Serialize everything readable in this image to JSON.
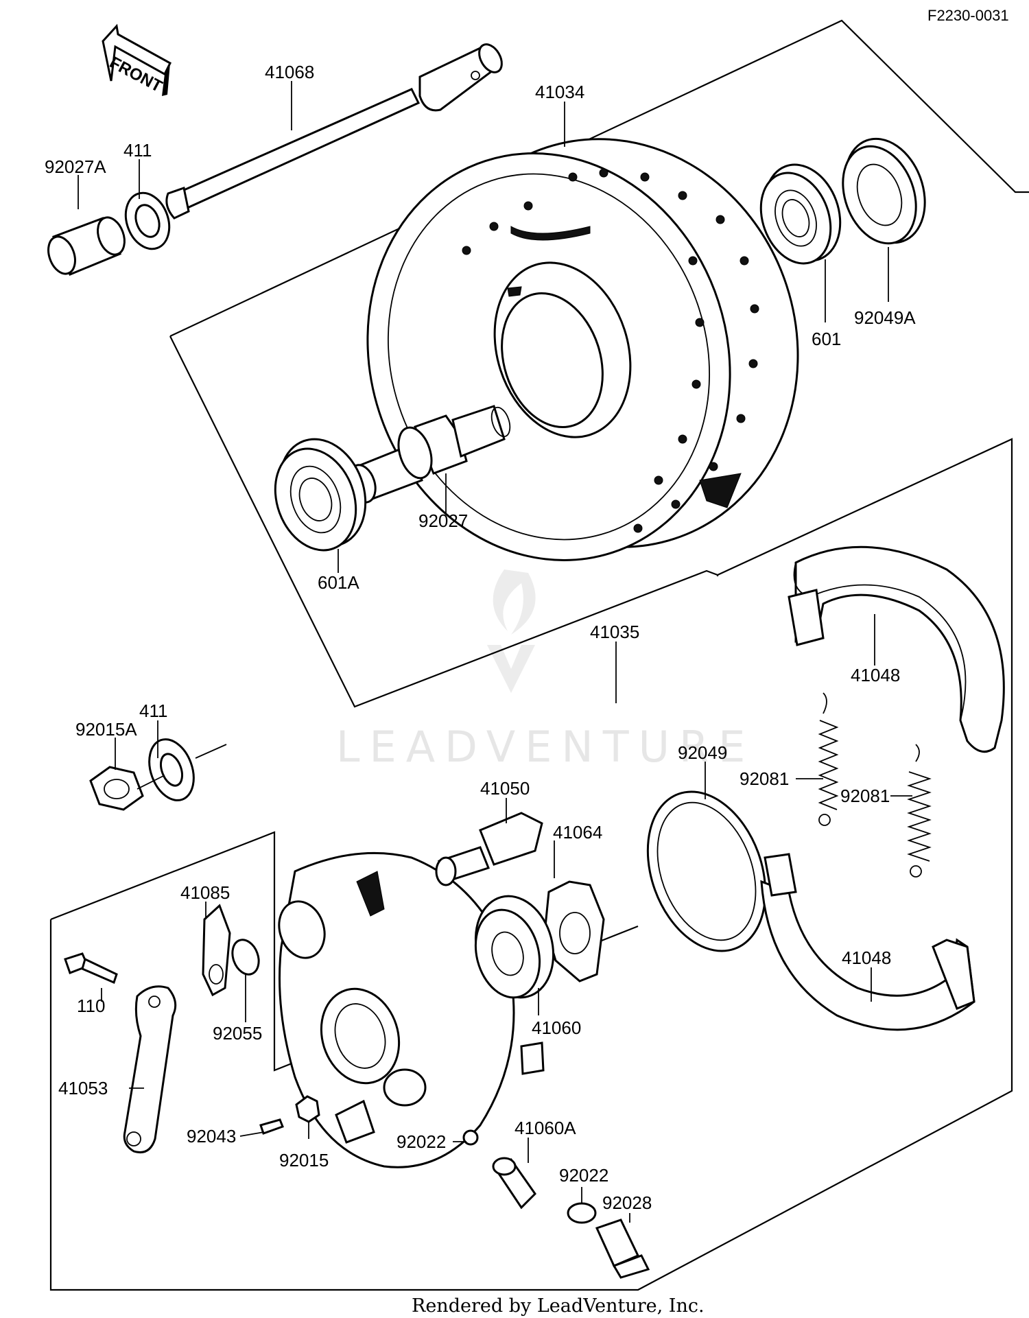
{
  "diagram_code": "F2230-0031",
  "front_arrow": "FRONT",
  "watermark": "LEADVENTURE",
  "footer": "Rendered by LeadVenture, Inc.",
  "labels": {
    "p41068": "41068",
    "p92027A": "92027A",
    "p411_top": "411",
    "p41034": "41034",
    "p601": "601",
    "p92049A": "92049A",
    "p92027": "92027",
    "p601A": "601A",
    "p41035": "41035",
    "p41048_top": "41048",
    "p411_mid": "411",
    "p92015A": "92015A",
    "p92049": "92049",
    "p92081_a": "92081",
    "p92081_b": "92081",
    "p41050": "41050",
    "p41064": "41064",
    "p41085": "41085",
    "p110": "110",
    "p92055": "92055",
    "p41060": "41060",
    "p41048_bottom": "41048",
    "p41053": "41053",
    "p92043": "92043",
    "p92015": "92015",
    "p92022_a": "92022",
    "p41060A": "41060A",
    "p92022_b": "92022",
    "p92028": "92028"
  }
}
